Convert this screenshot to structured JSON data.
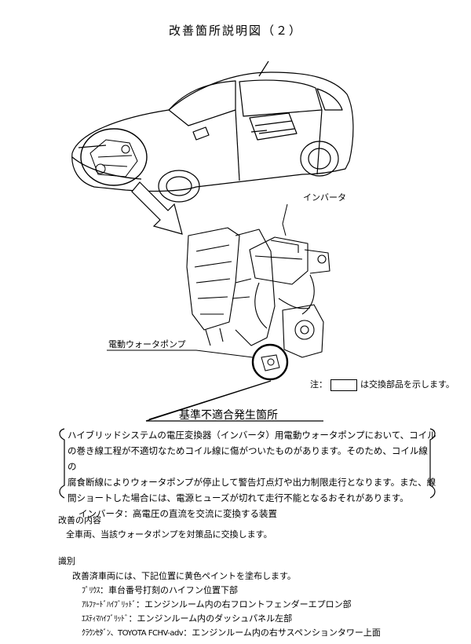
{
  "title": "改善箇所説明図（２）",
  "callouts": {
    "inverter": "インバータ",
    "water_pump": "電動ウォータポンプ"
  },
  "note": {
    "prefix": "注：",
    "suffix": "は交換部品を示します。"
  },
  "problem": {
    "heading": "基準不適合発生箇所",
    "lines": [
      "ハイブリッドシステムの電圧変換器（インバータ）用電動ウォータポンプにおいて、コイル",
      "の巻き線工程が不適切なためコイル線に傷がついたものがあります。そのため、コイル線の",
      "腐食断線によりウォータポンプが停止して警告灯点灯や出力制限走行となります。また、線",
      "間ショートした場合には、電源ヒューズが切れて走行不能となるおそれがあります。"
    ],
    "definition": "インバータ：高電圧の直流を交流に変換する装置"
  },
  "remedy": {
    "label": "改善の内容",
    "text": "全車両、当該ウォータポンプを対策品に交換します。"
  },
  "identification": {
    "label": "識別",
    "intro": "改善済車両には、下記位置に黄色ペイントを塗布します。",
    "items": [
      {
        "model": "ﾌﾟﾘｳｽ",
        "location": "：車台番号打刻のハイフン位置下部"
      },
      {
        "model": "ｱﾙﾌｧｰﾄﾞﾊｲﾌﾞﾘｯﾄﾞ",
        "location": "：エンジンルーム内の右フロントフェンダーエプロン部"
      },
      {
        "model": "ｴｽﾃｨﾏﾊｲﾌﾞﾘｯﾄﾞ",
        "location": "：エンジンルーム内のダッシュパネル左部"
      },
      {
        "model": "ｸﾗｳﾝｾﾀﾞﾝ、TOYOTA FCHV-adv",
        "location": "：エンジンルーム内の右サスペンションタワー上面"
      }
    ]
  }
}
